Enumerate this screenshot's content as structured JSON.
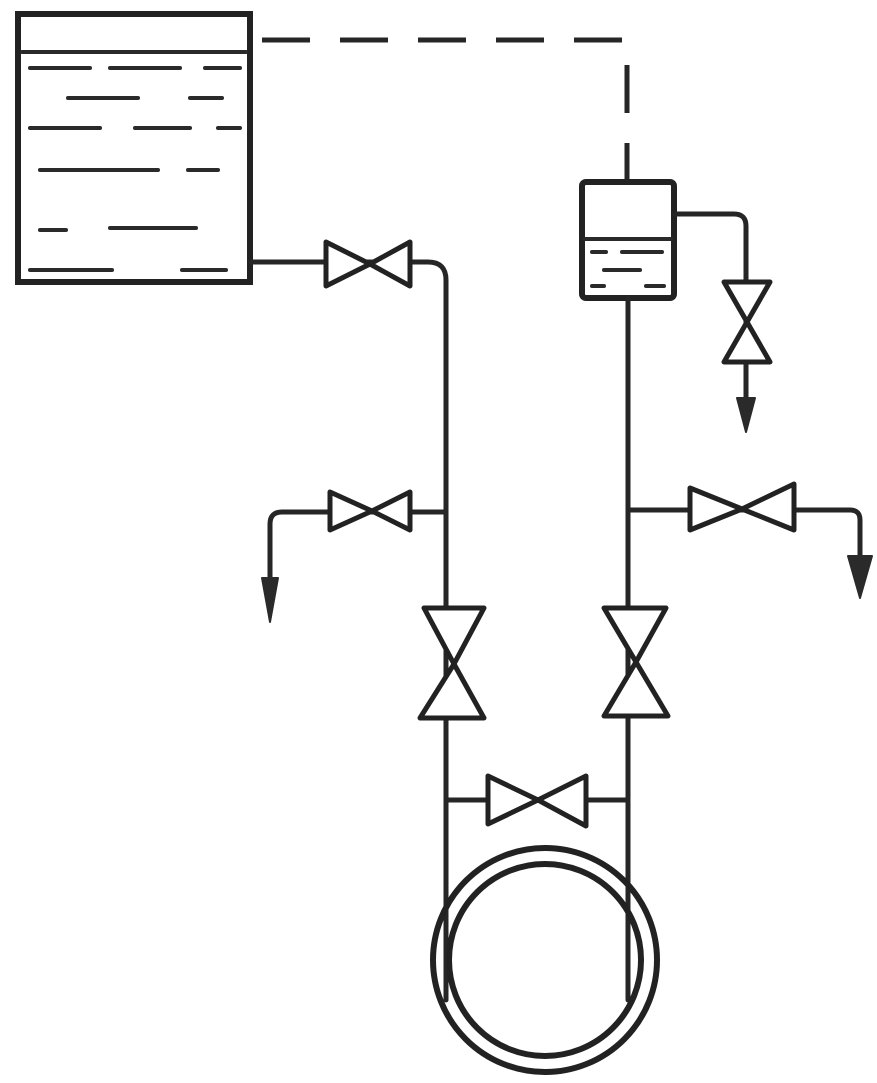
{
  "diagram": {
    "kind": "piping-schematic",
    "colors": {
      "line": "#262626",
      "background": "#ffffff"
    },
    "components": {
      "tanks": [
        "supply-tank",
        "expansion-vessel"
      ],
      "valves": [
        "tank-outlet-valve",
        "vessel-drain-valve",
        "left-branch-drain-valve",
        "right-branch-drain-valve",
        "left-isolation-valve",
        "right-isolation-valve",
        "bypass-valve"
      ],
      "arrows": [
        "vessel-drain-arrow",
        "left-drain-arrow",
        "right-drain-arrow"
      ],
      "pipe_ring": "pipe-cross-section"
    }
  }
}
